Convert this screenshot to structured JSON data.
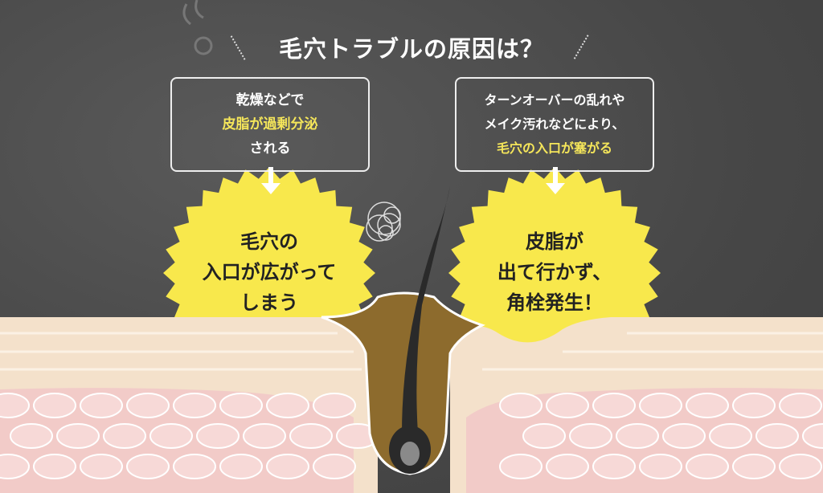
{
  "title": "毛穴トラブルの原因は？",
  "left_cause": {
    "line1": "乾燥などで",
    "highlight": "皮脂が過剰分泌",
    "line3": "される"
  },
  "right_cause": {
    "line1": "ターンオーバーの乱れや",
    "line2": "メイク汚れなどにより、",
    "highlight": "毛穴の入口が塞がる"
  },
  "left_result": {
    "line1": "毛穴の",
    "line2": "入口が広がって",
    "line3": "しまう"
  },
  "right_result": {
    "line1": "皮脂が",
    "line2": "出て行かず、",
    "line3": "角栓発生！"
  },
  "colors": {
    "background": "#4b4b4b",
    "highlight": "#f5e65a",
    "burst": "#f8e84c",
    "skin_top": "#f4e1cb",
    "skin_bottom": "#f2cbc8",
    "sebum": "#8d6b2d",
    "hair": "#2a2a2a"
  }
}
